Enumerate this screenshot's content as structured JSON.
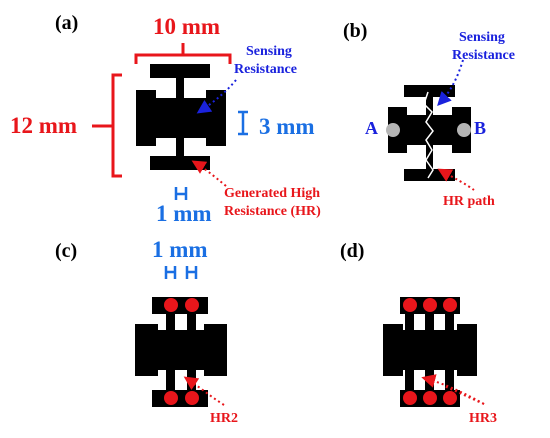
{
  "panels": {
    "a": {
      "label": "(a)",
      "width": "10 mm",
      "height": "12 mm",
      "depth": "3 mm",
      "line_width": "1 mm",
      "sensing": [
        "Sensing",
        "Resistance"
      ],
      "generated_hr": [
        "Generated High",
        "Resistance (HR)"
      ]
    },
    "b": {
      "label": "(b)",
      "sensing": [
        "Sensing",
        "Resistance"
      ],
      "node_a": "A",
      "node_b": "B",
      "hr_path": "HR path"
    },
    "c": {
      "label": "(c)",
      "line_width": "1 mm",
      "hr2": "HR2"
    },
    "d": {
      "label": "(d)",
      "hr3": "HR3"
    }
  },
  "colors": {
    "shape": "#000000",
    "red": "#e8161b",
    "blue": "#1a6fe3",
    "dark_blue": "#1a22dd",
    "electrode": "#b5b5b5"
  }
}
